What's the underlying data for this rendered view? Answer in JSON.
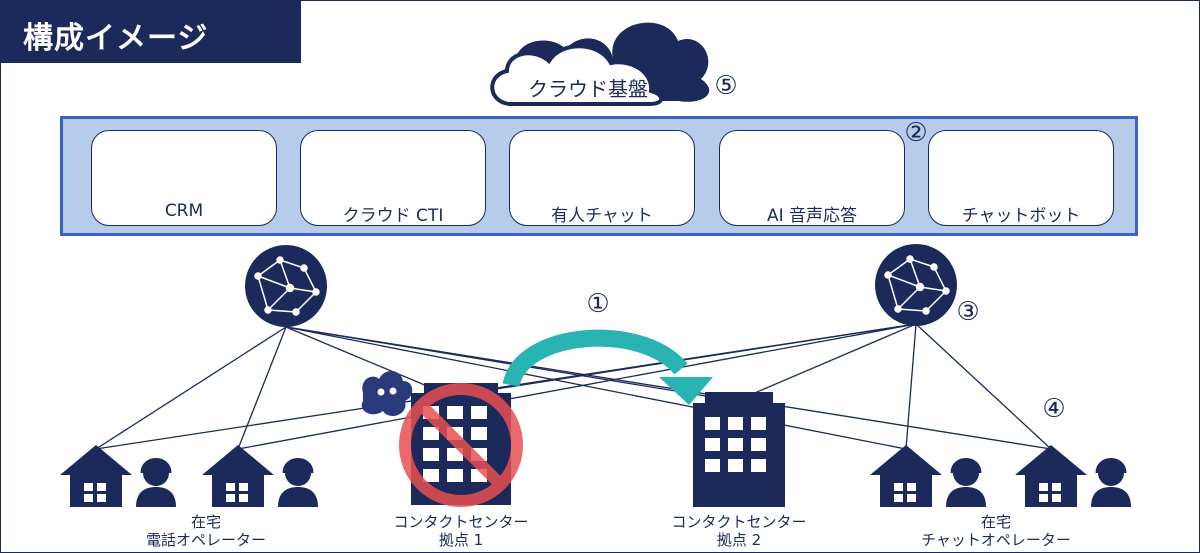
{
  "title": "構成イメージ",
  "cloud": {
    "label": "クラウド基盤",
    "number": "⑤"
  },
  "platform": {
    "number": "②",
    "items": [
      {
        "label": "CRM",
        "icon": "database-icon"
      },
      {
        "label": "クラウド CTI",
        "icon": "headset-operator-icon"
      },
      {
        "label": "有人チャット",
        "icon": "chat-bubbles-icon"
      },
      {
        "label": "AI 音声応答",
        "icon": "ai-head-gear-icon"
      },
      {
        "label": "チャットボット",
        "icon": "robot-head-icon"
      }
    ]
  },
  "markers": {
    "failover": "①",
    "network": "③",
    "remote": "④"
  },
  "sites": {
    "home_phone": {
      "line1": "在宅",
      "line2": "電話オペレーター"
    },
    "center1": {
      "line1": "コンタクトセンター",
      "line2": "拠点 1"
    },
    "center2": {
      "line1": "コンタクトセンター",
      "line2": "拠点 2"
    },
    "home_chat": {
      "line1": "在宅",
      "line2": "チャットオペレーター"
    }
  },
  "colors": {
    "navy": "#1b2a5a",
    "band": "#b7cbea",
    "band_border": "#3b62c4",
    "teal": "#2ab3b3",
    "prohibit": "#e84f52",
    "bug": "#2b3a7a"
  }
}
